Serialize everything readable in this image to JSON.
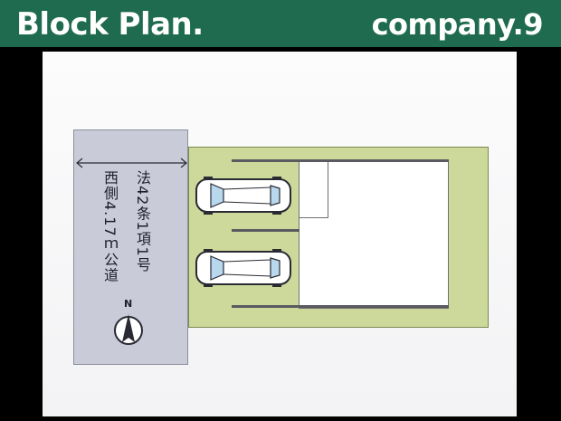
{
  "header": {
    "title": "Block Plan.",
    "company": "company.9"
  },
  "plan": {
    "road_name": "西側4.17ｍ公道",
    "road_law": "法42条1項1号",
    "north_label": "N"
  },
  "colors": {
    "header_green": "#1f6b4f",
    "road": "#c9ccd8",
    "site": "#cdd99a",
    "house": "#ffffff",
    "car_window": "#b8d8ee"
  },
  "icons": {
    "north": "north-arrow-icon",
    "car": "car-icon"
  }
}
